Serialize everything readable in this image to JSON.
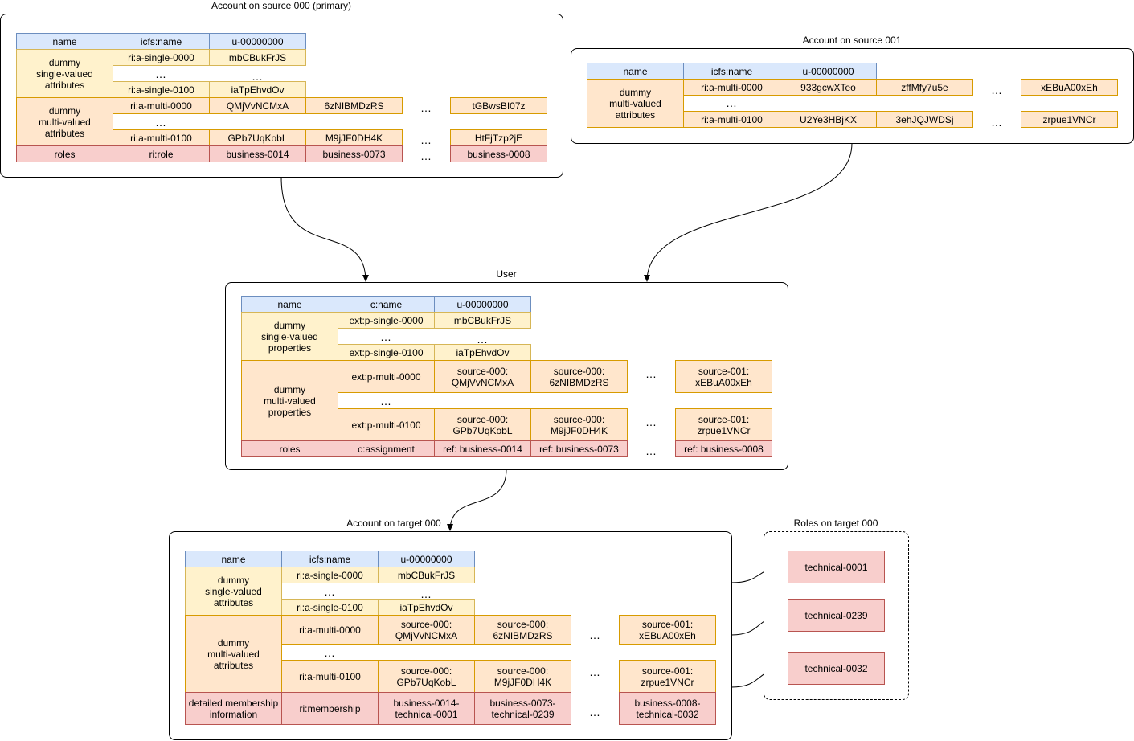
{
  "hdr": {
    "name": "name",
    "icfs": "icfs:name",
    "uid": "u-00000000",
    "cname": "c:name"
  },
  "ell": "…",
  "src0": {
    "title": "Account on source 000 (primary)",
    "single_label": "dummy\nsingle-valued\nattributes",
    "single_attr_0": "ri:a-single-0000",
    "single_val_0": "mbCBukFrJS",
    "single_attr_1": "ri:a-single-0100",
    "single_val_1": "iaTpEhvdOv",
    "multi_label": "dummy\nmulti-valued\nattributes",
    "multi_attr_0": "ri:a-multi-0000",
    "multi_0_v1": "QMjVvNCMxA",
    "multi_0_v2": "6zNIBMDzRS",
    "multi_0_vn": "tGBwsBI07z",
    "multi_attr_1": "ri:a-multi-0100",
    "multi_1_v1": "GPb7UqKobL",
    "multi_1_v2": "M9jJF0DH4K",
    "multi_1_vn": "HtFjTzp2jE",
    "roles_label": "roles",
    "roles_attr": "ri:role",
    "role_1": "business-0014",
    "role_2": "business-0073",
    "role_n": "business-0008"
  },
  "src1": {
    "title": "Account on source 001",
    "multi_label": "dummy\nmulti-valued\nattributes",
    "multi_attr_0": "ri:a-multi-0000",
    "multi_0_v1": "933gcwXTeo",
    "multi_0_v2": "zffMfy7u5e",
    "multi_0_vn": "xEBuA00xEh",
    "multi_attr_1": "ri:a-multi-0100",
    "multi_1_v1": "U2Ye3HBjKX",
    "multi_1_v2": "3ehJQJWDSj",
    "multi_1_vn": "zrpue1VNCr"
  },
  "user": {
    "title": "User",
    "single_label": "dummy\nsingle-valued\nproperties",
    "single_attr_0": "ext:p-single-0000",
    "single_val_0": "mbCBukFrJS",
    "single_attr_1": "ext:p-single-0100",
    "single_val_1": "iaTpEhvdOv",
    "multi_label": "dummy\nmulti-valued\nproperties",
    "multi_attr_0": "ext:p-multi-0000",
    "multi_0_v1": "source-000:\nQMjVvNCMxA",
    "multi_0_v2": "source-000:\n6zNIBMDzRS",
    "multi_0_vn": "source-001:\nxEBuA00xEh",
    "multi_attr_1": "ext:p-multi-0100",
    "multi_1_v1": "source-000:\nGPb7UqKobL",
    "multi_1_v2": "source-000:\nM9jJF0DH4K",
    "multi_1_vn": "source-001:\nzrpue1VNCr",
    "roles_label": "roles",
    "roles_attr": "c:assignment",
    "role_1": "ref: business-0014",
    "role_2": "ref: business-0073",
    "role_n": "ref: business-0008"
  },
  "tgt": {
    "title": "Account on target 000",
    "single_label": "dummy\nsingle-valued\nattributes",
    "single_attr_0": "ri:a-single-0000",
    "single_val_0": "mbCBukFrJS",
    "single_attr_1": "ri:a-single-0100",
    "single_val_1": "iaTpEhvdOv",
    "multi_label": "dummy\nmulti-valued\nattributes",
    "multi_attr_0": "ri:a-multi-0000",
    "multi_0_v1": "source-000:\nQMjVvNCMxA",
    "multi_0_v2": "source-000:\n6zNIBMDzRS",
    "multi_0_vn": "source-001:\nxEBuA00xEh",
    "multi_attr_1": "ri:a-multi-0100",
    "multi_1_v1": "source-000:\nGPb7UqKobL",
    "multi_1_v2": "source-000:\nM9jJF0DH4K",
    "multi_1_vn": "source-001:\nzrpue1VNCr",
    "roles_label": "detailed membership\ninformation",
    "roles_attr": "ri:membership",
    "role_1": "business-0014-\ntechnical-0001",
    "role_2": "business-0073-\ntechnical-0239",
    "role_n": "business-0008-\ntechnical-0032"
  },
  "troles": {
    "title": "Roles on target 000",
    "r1": "technical-0001",
    "r2": "technical-0239",
    "r3": "technical-0032"
  }
}
